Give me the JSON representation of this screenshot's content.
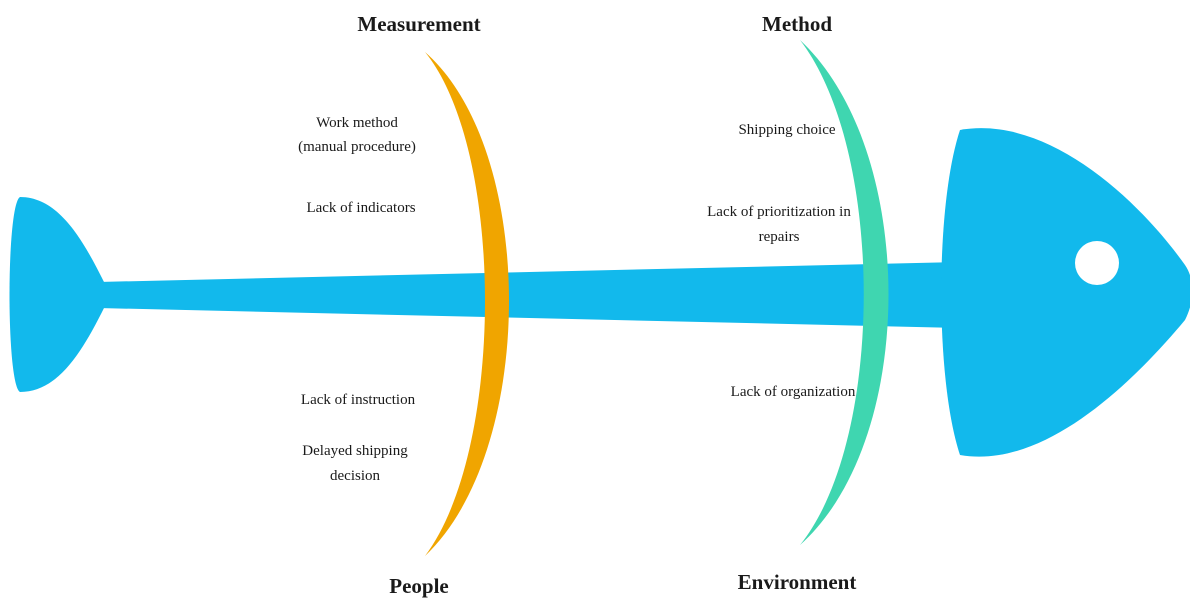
{
  "diagram": {
    "colors": {
      "fish": "#12b9ec",
      "eye": "#ffffff",
      "left_rib": "#f0a500",
      "right_rib": "#3fd6b0",
      "text": "#1a1a1a"
    },
    "categories": {
      "measurement": "Measurement",
      "method": "Method",
      "people": "People",
      "environment": "Environment"
    },
    "causes": {
      "measurement": [
        "Work method\n(manual procedure)",
        "Lack of indicators"
      ],
      "method": [
        "Shipping choice",
        "Lack of prioritization in\nrepairs"
      ],
      "people": [
        "Lack of instruction",
        "Delayed shipping\ndecision"
      ],
      "environment": [
        "Lack of organization"
      ]
    }
  }
}
